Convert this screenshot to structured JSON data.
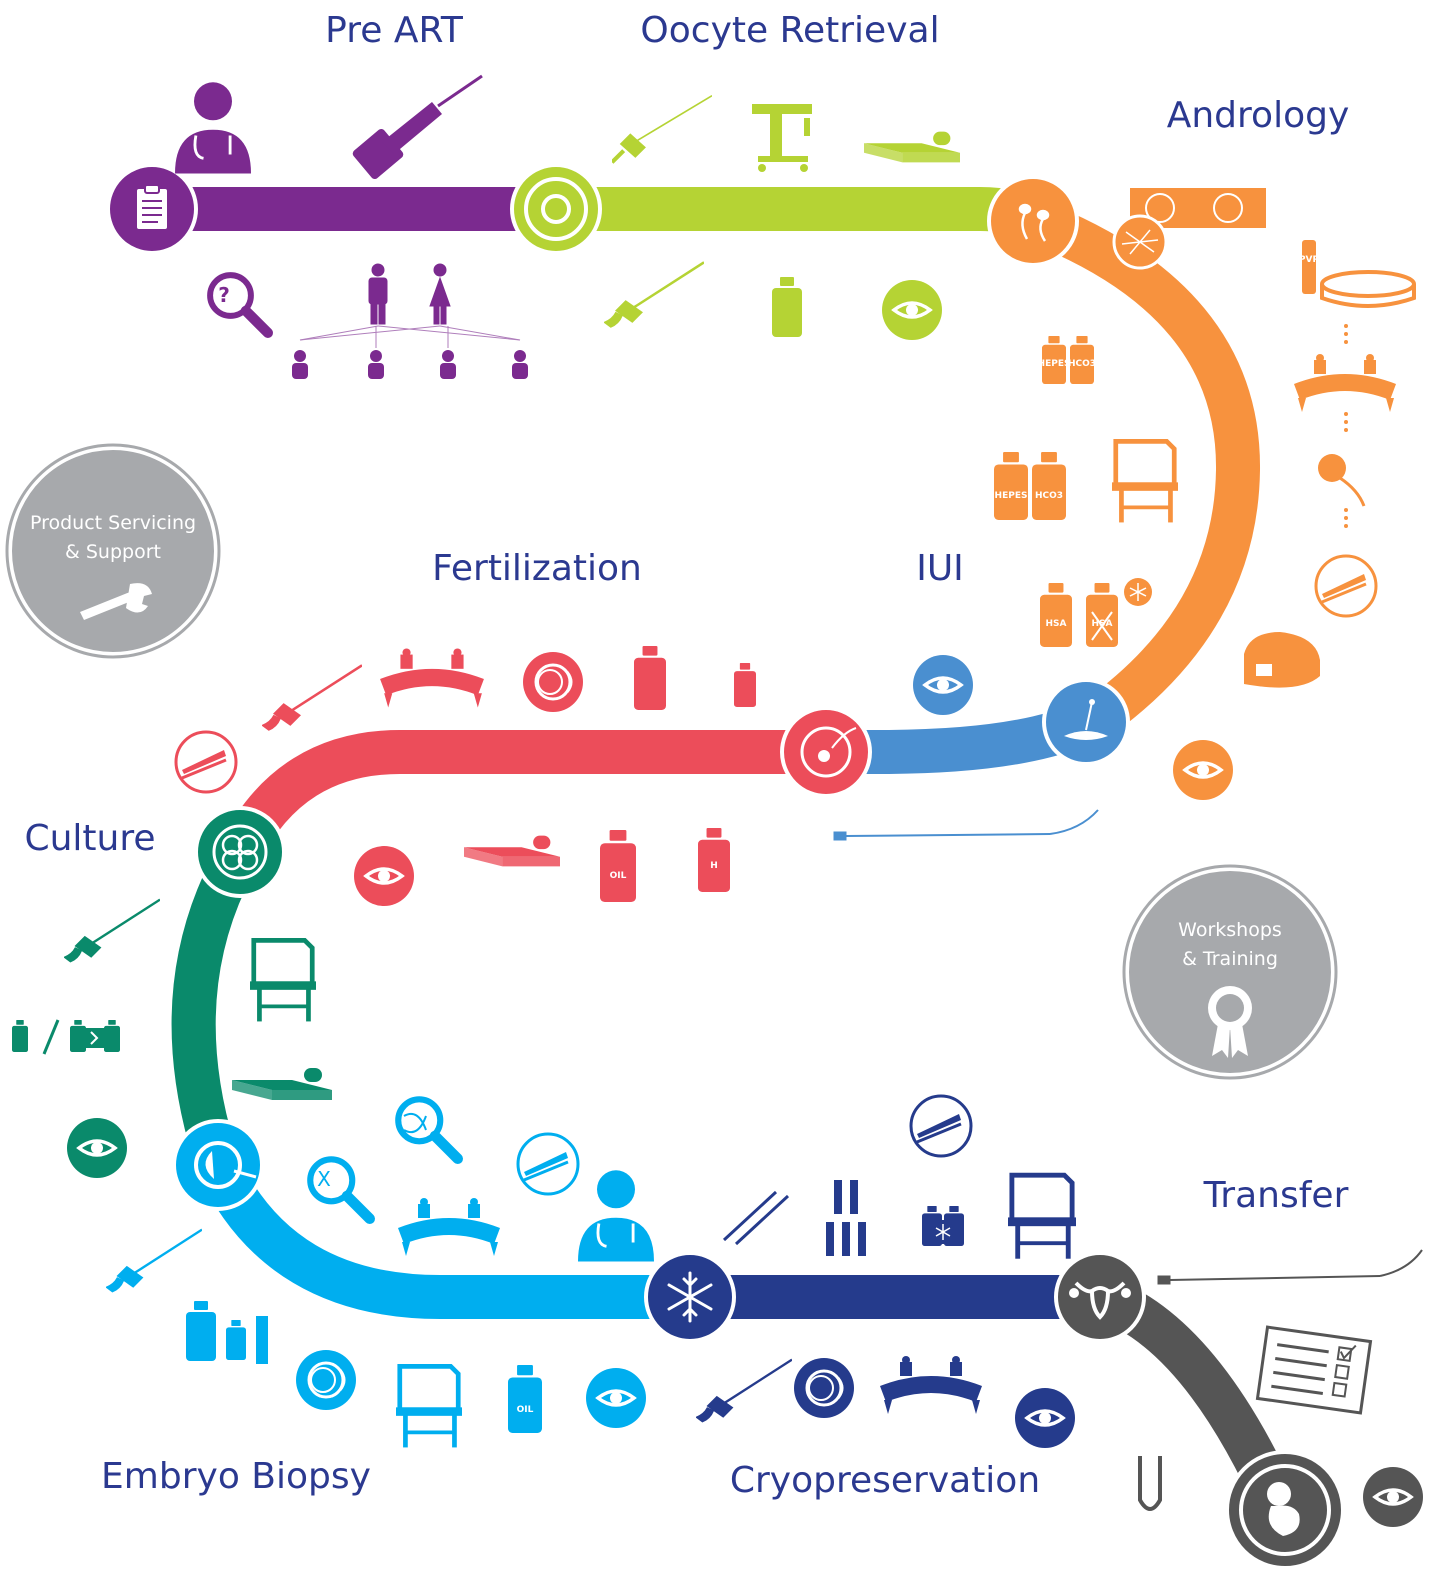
{
  "stages": {
    "pre_art": "Pre ART",
    "oocyte_retrieval": "Oocyte Retrieval",
    "andrology": "Andrology",
    "fertilization": "Fertilization",
    "iui": "IUI",
    "culture": "Culture",
    "embryo_biopsy": "Embryo Biopsy",
    "cryopreservation": "Cryopreservation",
    "transfer": "Transfer"
  },
  "services": {
    "support_line1": "Product Servicing",
    "support_line2": "& Support",
    "training_line1": "Workshops",
    "training_line2": "& Training"
  },
  "media_labels": {
    "hepes": "HEPES",
    "hco3": "HCO3",
    "hsa": "HSA",
    "pvp": "PVP",
    "oil": "OIL",
    "h": "H"
  },
  "colors": {
    "pre_art": "#7b2a8f",
    "oocyte": "#b5d334",
    "andrology": "#f7923e",
    "iui": "#4a8fd0",
    "fertilization": "#ec4d5a",
    "culture": "#0a8a6b",
    "biopsy": "#00aeef",
    "cryo": "#253b8c",
    "transfer": "#555555",
    "service": "#a7a9ac",
    "label": "#2b3990"
  },
  "icons": [
    "clipboard-icon",
    "doctor-icon",
    "pipette-icon",
    "search-question-icon",
    "family-tree-icon",
    "egg-icon",
    "needle-icon",
    "table-icon",
    "heating-plate-icon",
    "bottle-icon",
    "eye-icon",
    "sperm-icon",
    "dish-icon",
    "microscope-icon",
    "workstation-icon",
    "centrifuge-icon",
    "insemination-icon",
    "catheter-icon",
    "forceps-icon",
    "embryo-icon",
    "dna-search-icon",
    "snowflake-icon",
    "straws-icon",
    "uterus-icon",
    "checklist-icon",
    "fetus-icon",
    "wrench-icon",
    "award-icon"
  ]
}
